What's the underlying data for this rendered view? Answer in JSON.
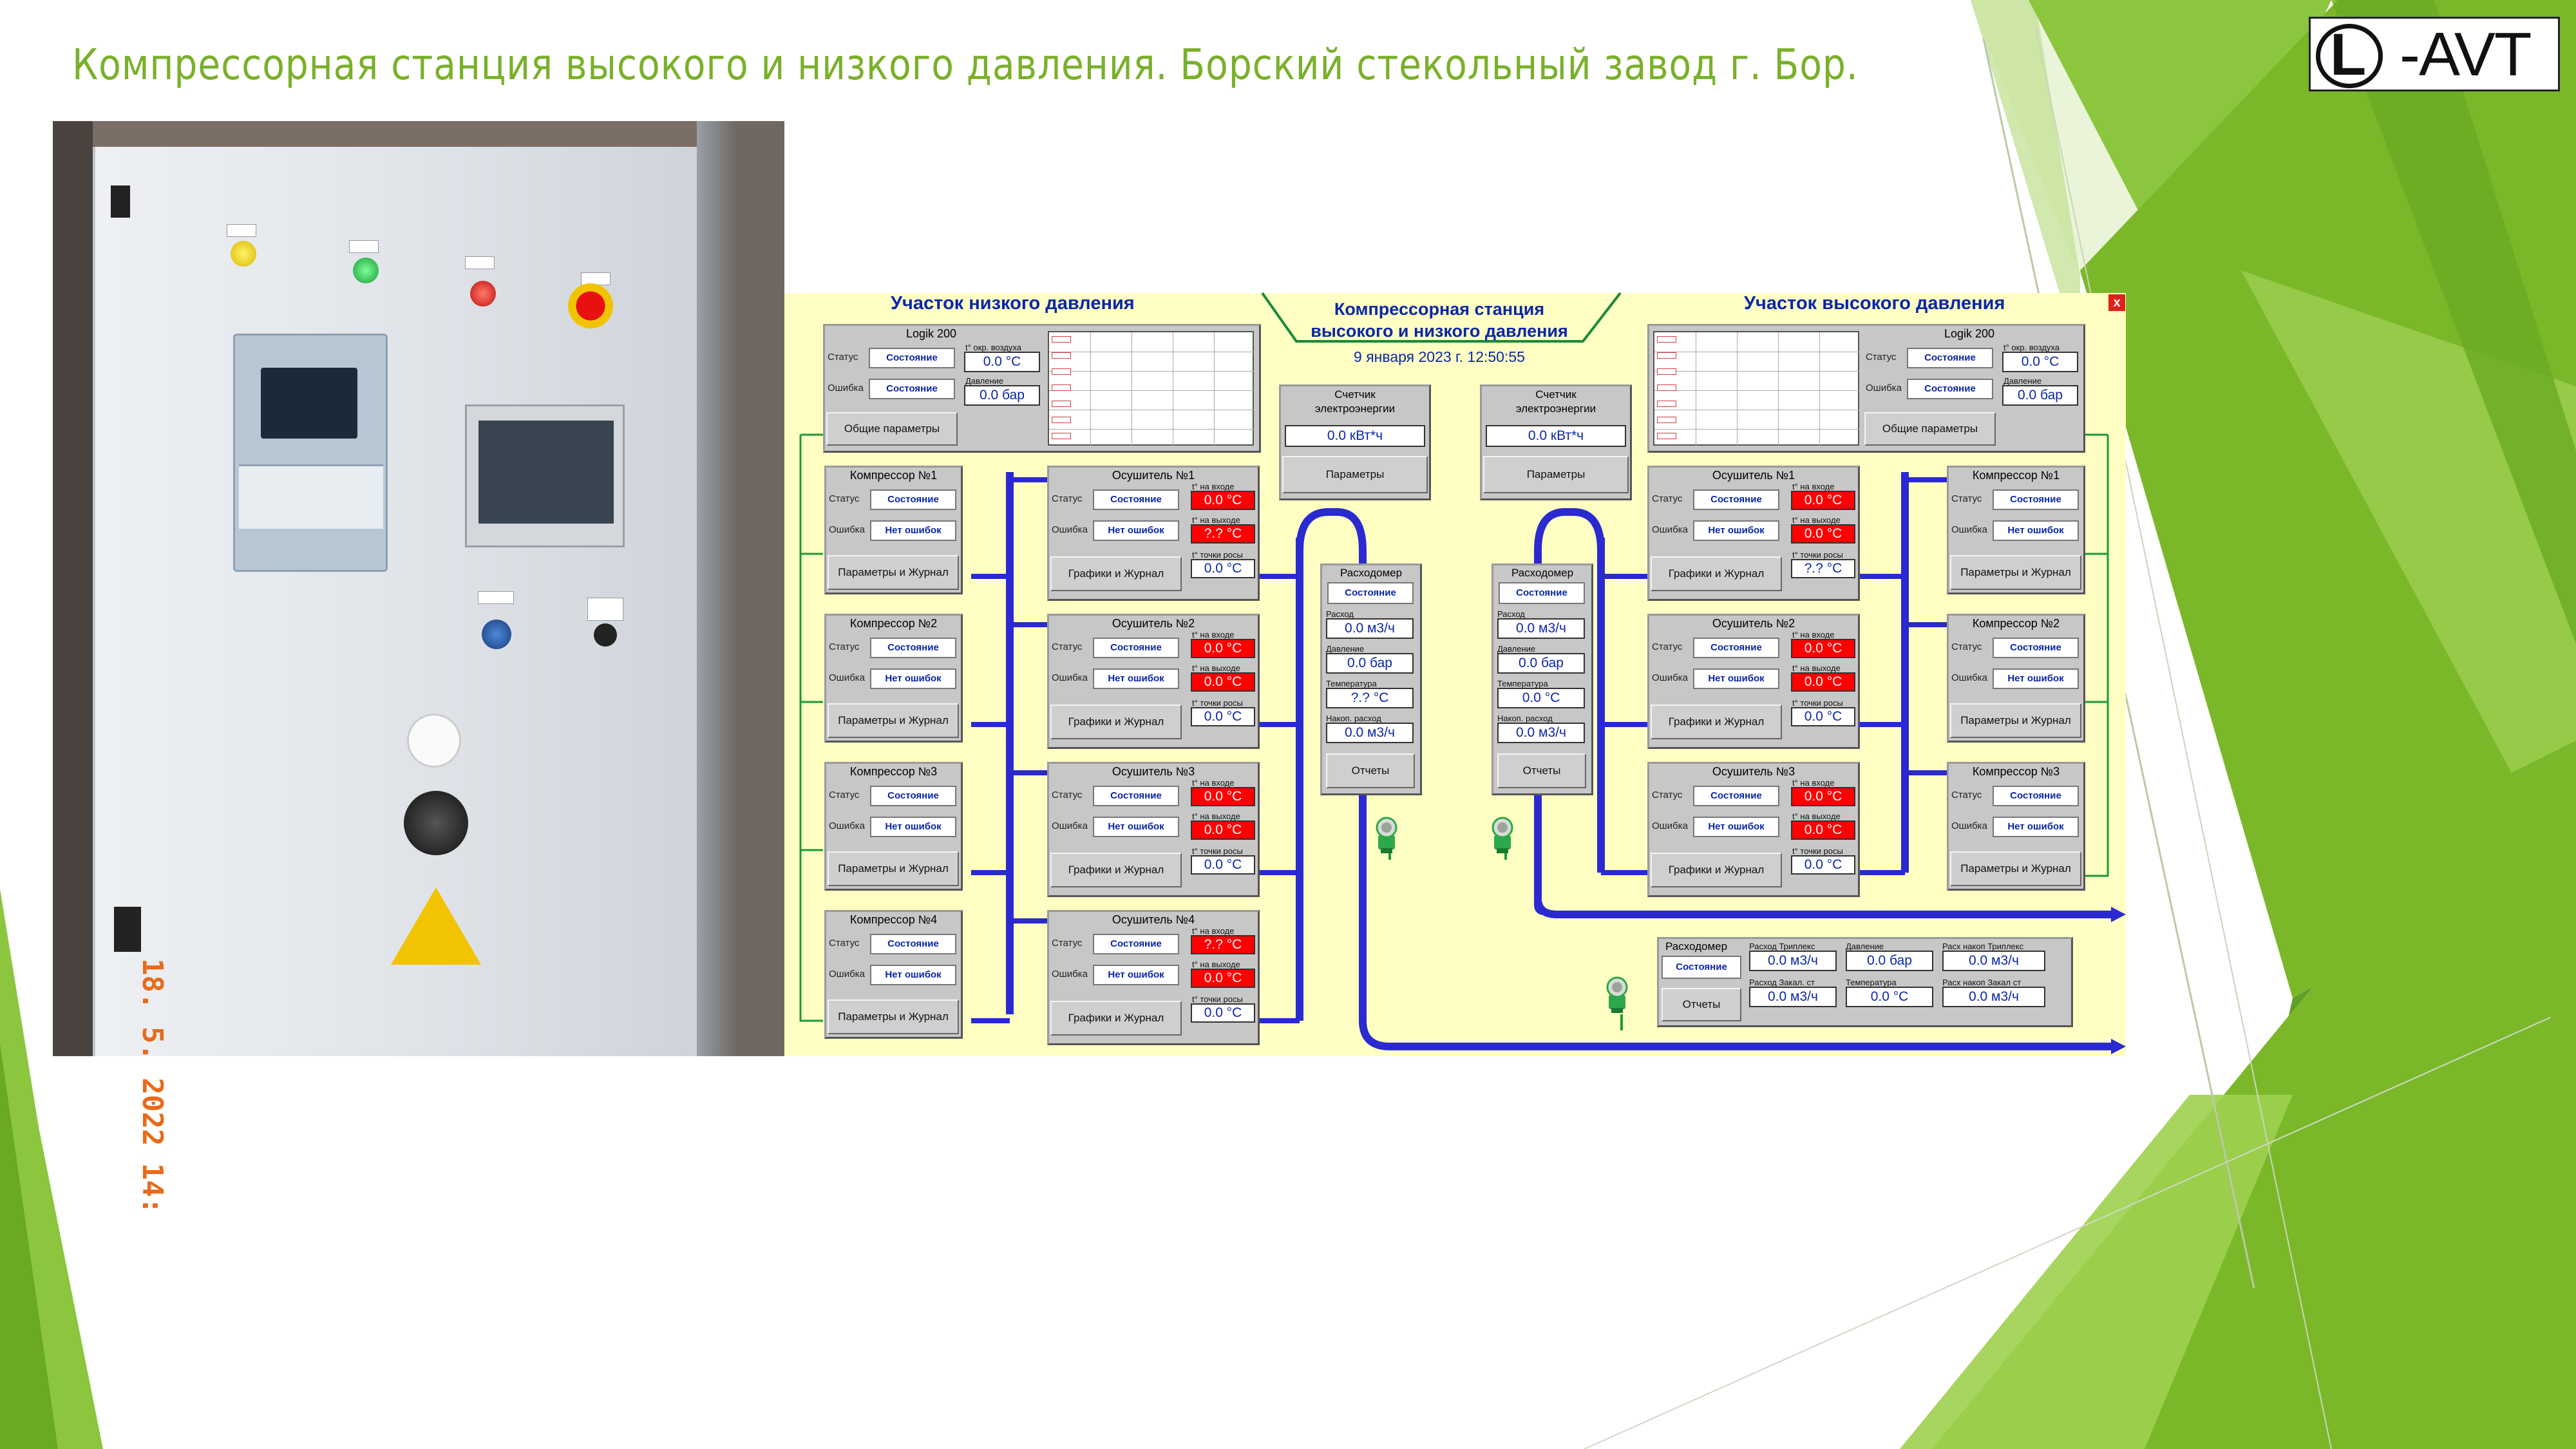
{
  "slide_title": "Компрессорная станция высокого и низкого давления. Борский стекольный завод г. Бор.",
  "logo": {
    "letter": "L",
    "text": "-AVT"
  },
  "photo": {
    "date_stamp": "18. 5. 2022  14:"
  },
  "colors": {
    "accent_green": "#7ab02a",
    "scada_bg": "#ffffc4",
    "pipe_blue": "#2a2ad0",
    "alarm_red": "#ff0000",
    "title_blue": "#0a26a8"
  },
  "scada": {
    "left_title": "Участок низкого давления",
    "right_title": "Участок высокого давления",
    "center_title_1": "Компрессорная станция",
    "center_title_2": "высокого и низкого давления",
    "datetime": "9 января 2023 г. 12:50:55",
    "close": "x",
    "logik_left": {
      "title": "Logik 200",
      "status_label": "Статус",
      "status": "Состояние",
      "error_label": "Ошибка",
      "error": "Состояние",
      "temp_label": "t° окр. воздуха",
      "temp": "0.0 °C",
      "pressure_label": "Давление",
      "pressure": "0.0 бар",
      "button": "Общие параметры"
    },
    "logik_right": {
      "title": "Logik 200",
      "status_label": "Статус",
      "status": "Состояние",
      "error_label": "Ошибка",
      "error": "Состояние",
      "temp_label": "t° окр. воздуха",
      "temp": "0.0 °C",
      "pressure_label": "Давление",
      "pressure": "0.0 бар",
      "button": "Общие параметры"
    },
    "meter_left": {
      "title1": "Счетчик",
      "title2": "электроэнергии",
      "value": "0.0 кВт*ч",
      "button": "Параметры"
    },
    "meter_right": {
      "title1": "Счетчик",
      "title2": "электроэнергии",
      "value": "0.0 кВт*ч",
      "button": "Параметры"
    },
    "compressors_left": [
      {
        "title": "Компрессор №1",
        "status_label": "Статус",
        "status": "Состояние",
        "error_label": "Ошибка",
        "error": "Нет ошибок",
        "button": "Параметры и Журнал"
      },
      {
        "title": "Компрессор №2",
        "status_label": "Статус",
        "status": "Состояние",
        "error_label": "Ошибка",
        "error": "Нет ошибок",
        "button": "Параметры и Журнал"
      },
      {
        "title": "Компрессор №3",
        "status_label": "Статус",
        "status": "Состояние",
        "error_label": "Ошибка",
        "error": "Нет ошибок",
        "button": "Параметры и Журнал"
      },
      {
        "title": "Компрессор №4",
        "status_label": "Статус",
        "status": "Состояние",
        "error_label": "Ошибка",
        "error": "Нет ошибок",
        "button": "Параметры и Журнал"
      }
    ],
    "dryers_left": [
      {
        "title": "Осушитель №1",
        "status_label": "Статус",
        "status": "Состояние",
        "error_label": "Ошибка",
        "error": "Нет ошибок",
        "button": "Графики и Журнал",
        "in_label": "t° на входе",
        "in": "0.0 °C",
        "out_label": "t° на выходе",
        "out": "?.? °C",
        "dew_label": "t° точки росы",
        "dew": "0.0 °C"
      },
      {
        "title": "Осушитель №2",
        "status_label": "Статус",
        "status": "Состояние",
        "error_label": "Ошибка",
        "error": "Нет ошибок",
        "button": "Графики и Журнал",
        "in_label": "t° на входе",
        "in": "0.0 °C",
        "out_label": "t° на выходе",
        "out": "0.0 °C",
        "dew_label": "t° точки росы",
        "dew": "0.0 °C"
      },
      {
        "title": "Осушитель №3",
        "status_label": "Статус",
        "status": "Состояние",
        "error_label": "Ошибка",
        "error": "Нет ошибок",
        "button": "Графики и Журнал",
        "in_label": "t° на входе",
        "in": "0.0 °C",
        "out_label": "t° на выходе",
        "out": "0.0 °C",
        "dew_label": "t° точки росы",
        "dew": "0.0 °C"
      },
      {
        "title": "Осушитель №4",
        "status_label": "Статус",
        "status": "Состояние",
        "error_label": "Ошибка",
        "error": "Нет ошибок",
        "button": "Графики и Журнал",
        "in_label": "t° на входе",
        "in": "?.? °C",
        "out_label": "t° на выходе",
        "out": "0.0 °C",
        "dew_label": "t° точки росы",
        "dew": "0.0 °C"
      }
    ],
    "dryers_right": [
      {
        "title": "Осушитель №1",
        "status_label": "Статус",
        "status": "Состояние",
        "error_label": "Ошибка",
        "error": "Нет ошибок",
        "button": "Графики и Журнал",
        "in_label": "t° на входе",
        "in": "0.0 °C",
        "out_label": "t° на выходе",
        "out": "0.0 °C",
        "dew_label": "t° точки росы",
        "dew": "?.? °C"
      },
      {
        "title": "Осушитель №2",
        "status_label": "Статус",
        "status": "Состояние",
        "error_label": "Ошибка",
        "error": "Нет ошибок",
        "button": "Графики и Журнал",
        "in_label": "t° на входе",
        "in": "0.0 °C",
        "out_label": "t° на выходе",
        "out": "0.0 °C",
        "dew_label": "t° точки росы",
        "dew": "0.0 °C"
      },
      {
        "title": "Осушитель №3",
        "status_label": "Статус",
        "status": "Состояние",
        "error_label": "Ошибка",
        "error": "Нет ошибок",
        "button": "Графики и Журнал",
        "in_label": "t° на входе",
        "in": "0.0 °C",
        "out_label": "t° на выходе",
        "out": "0.0 °C",
        "dew_label": "t° точки росы",
        "dew": "0.0 °C"
      }
    ],
    "compressors_right": [
      {
        "title": "Компрессор №1",
        "status_label": "Статус",
        "status": "Состояние",
        "error_label": "Ошибка",
        "error": "Нет ошибок",
        "button": "Параметры и Журнал"
      },
      {
        "title": "Компрессор №2",
        "status_label": "Статус",
        "status": "Состояние",
        "error_label": "Ошибка",
        "error": "Нет ошибок",
        "button": "Параметры и Журнал"
      },
      {
        "title": "Компрессор №3",
        "status_label": "Статус",
        "status": "Состояние",
        "error_label": "Ошибка",
        "error": "Нет ошибок",
        "button": "Параметры и Журнал"
      }
    ],
    "flow_left": {
      "title": "Расходомер",
      "state": "Состояние",
      "flow_label": "Расход",
      "flow": "0.0 м3/ч",
      "pressure_label": "Давление",
      "pressure": "0.0 бар",
      "temp_label": "Температура",
      "temp": "?.? °C",
      "acc_label": "Накоп. расход",
      "acc": "0.0 м3/ч",
      "button": "Отчеты"
    },
    "flow_mid": {
      "title": "Расходомер",
      "state": "Состояние",
      "flow_label": "Расход",
      "flow": "0.0 м3/ч",
      "pressure_label": "Давление",
      "pressure": "0.0 бар",
      "temp_label": "Температура",
      "temp": "0.0 °C",
      "acc_label": "Накоп. расход",
      "acc": "0.0 м3/ч",
      "button": "Отчеты"
    },
    "flow_bottom": {
      "title": "Расходомер",
      "state": "Состояние",
      "button": "Отчеты",
      "l1": "Расход Триплекс",
      "v1": "0.0 м3/ч",
      "l2": "Давление",
      "v2": "0.0 бар",
      "l3": "Расх накоп Триплекс",
      "v3": "0.0 м3/ч",
      "l4": "Расход Закал. ст",
      "v4": "0.0 м3/ч",
      "l5": "Температура",
      "v5": "0.0 °C",
      "l6": "Расх накоп Закал ст",
      "v6": "0.0 м3/ч"
    }
  }
}
